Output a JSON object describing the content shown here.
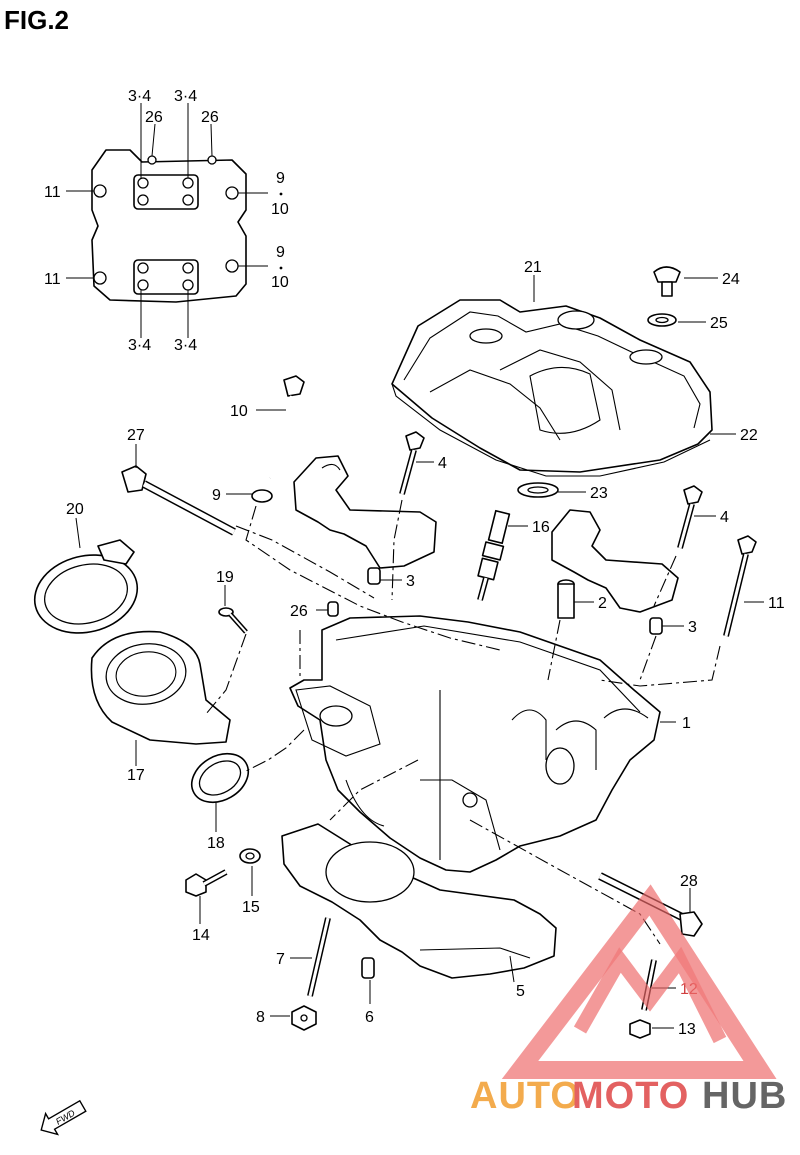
{
  "figure": {
    "title": "FIG.2"
  },
  "callouts": {
    "c1": "1",
    "c2": "2",
    "c3a": "3",
    "c3b": "3",
    "c4a": "4",
    "c4b": "4",
    "c5": "5",
    "c6": "6",
    "c7": "7",
    "c8": "8",
    "c9": "9",
    "c10": "10",
    "c11": "11",
    "c12": "12",
    "c13": "13",
    "c14": "14",
    "c15": "15",
    "c16": "16",
    "c17": "17",
    "c18": "18",
    "c19": "19",
    "c20": "20",
    "c21": "21",
    "c22": "22",
    "c23": "23",
    "c24": "24",
    "c25": "25",
    "c26": "26",
    "c27": "27",
    "c28": "28"
  },
  "inset": {
    "top_left": "3·4",
    "top_right": "3·4",
    "bottom_left": "3·4",
    "bottom_right": "3·4",
    "dowel_left": "26",
    "dowel_right": "26",
    "left_upper": "11",
    "left_lower": "11",
    "right_upper_a": "9",
    "right_upper_b": "10",
    "right_lower_a": "9",
    "right_lower_b": "10"
  },
  "fwd_label": "FWD",
  "watermark": {
    "brand_part1": "AUTO",
    "brand_part2": "MOTO",
    "brand_part3": "HUB",
    "colors": {
      "orange": "#f2a33a",
      "red": "#e05050",
      "gray": "#555555",
      "triangle": "#ee6a6a"
    }
  }
}
